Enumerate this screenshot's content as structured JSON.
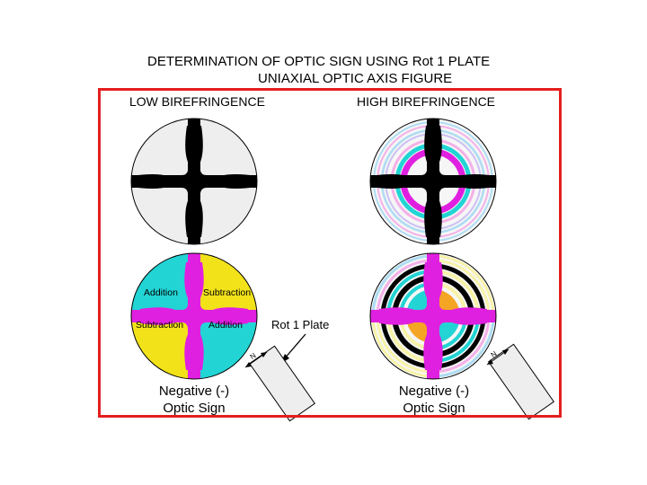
{
  "title": {
    "line1": "DETERMINATION OF OPTIC SIGN USING Rot 1 PLATE",
    "line2": "UNIAXIAL OPTIC AXIS FIGURE"
  },
  "sections": {
    "low": "LOW BIREFRINGENCE",
    "high": "HIGH BIREFRINGENCE"
  },
  "quadrant_labels": {
    "upper_left": "Addition",
    "upper_right": "Subtraction",
    "lower_left": "Subtraction",
    "lower_right": "Addition"
  },
  "plate": {
    "label": "Rot 1 Plate",
    "slow_ray_letter": "N"
  },
  "captions": {
    "left": {
      "line1": "Negative (-)",
      "line2": "Optic Sign"
    },
    "right": {
      "line1": "Negative (-)",
      "line2": "Optic Sign"
    }
  },
  "colors": {
    "frame": "#e41e1e",
    "isogyre": "#000000",
    "field": "#eeeeee",
    "first_order_red": "#e020e0",
    "blue_addition": "#22d4d4",
    "yellow_subtraction": "#f2e21a",
    "orange": "#f5a524",
    "light_blue": "#aedcf2",
    "pink": "#f4b0e8",
    "lavender": "#ccc0f4",
    "pale_yellow": "#f8f2a8"
  }
}
